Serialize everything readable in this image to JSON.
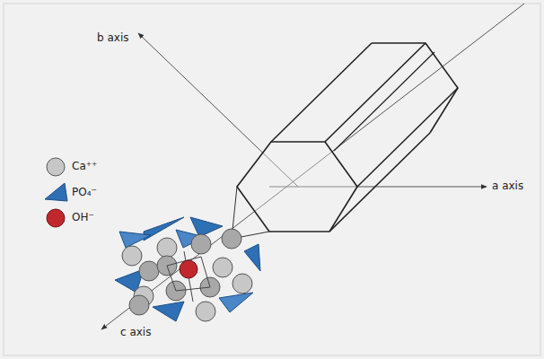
{
  "diagram": {
    "labels": [
      "b axis",
      "a axis",
      "c axis"
    ],
    "legend": [
      {
        "text": "Ca⁺⁺"
      },
      {
        "text": "PO₄⁻"
      },
      {
        "text": "OH⁻"
      }
    ]
  }
}
